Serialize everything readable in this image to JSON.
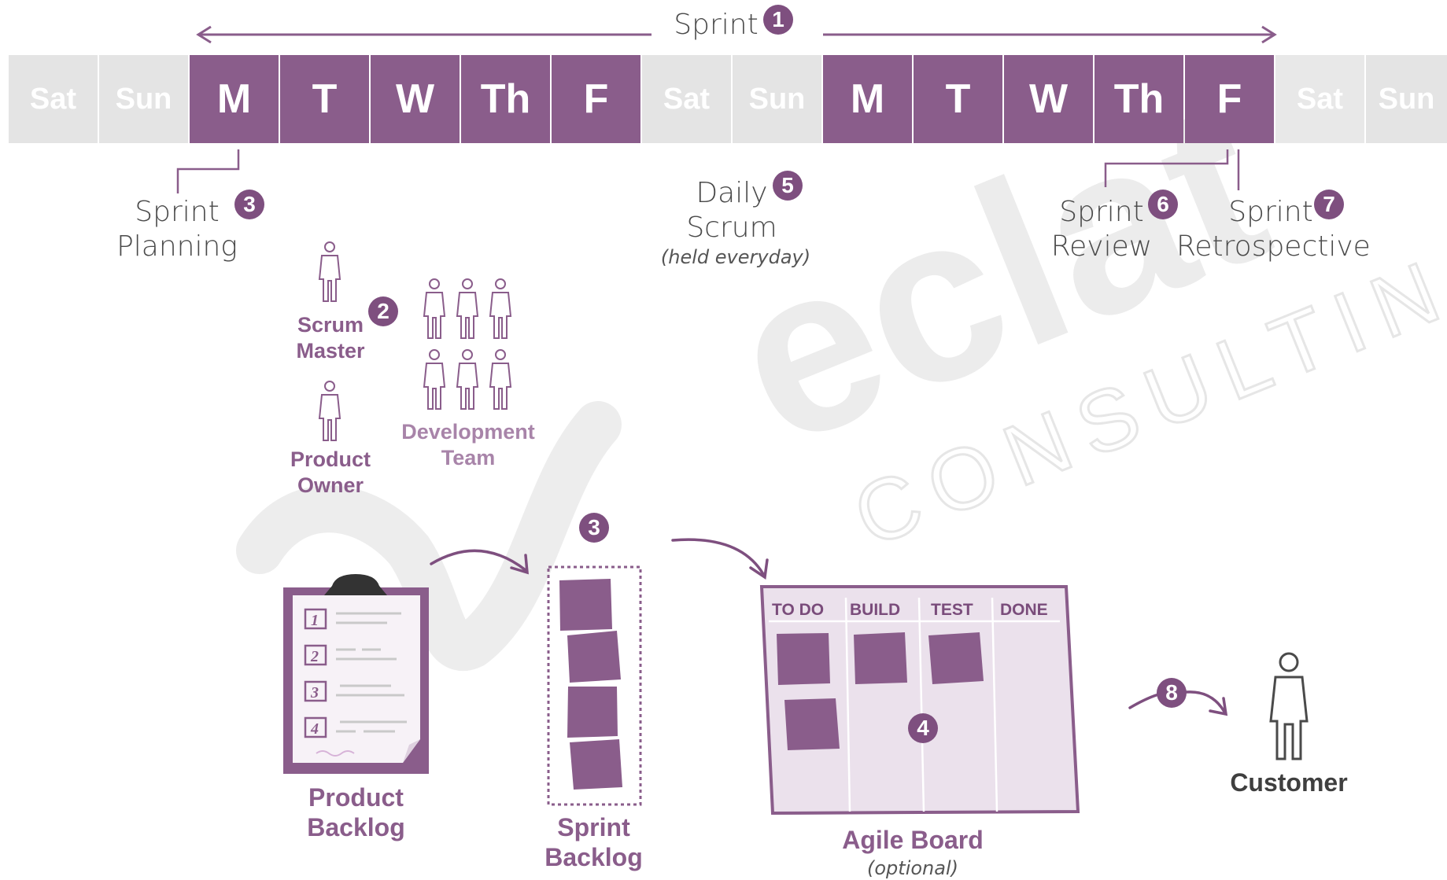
{
  "sprint": {
    "label": "Sprint",
    "badge": "1"
  },
  "days": [
    "Sat",
    "Sun",
    "M",
    "T",
    "W",
    "Th",
    "F",
    "Sat",
    "Sun",
    "M",
    "T",
    "W",
    "Th",
    "F",
    "Sat",
    "Sun"
  ],
  "events": {
    "sprint_planning": {
      "line1": "Sprint",
      "line2": "Planning",
      "badge": "3"
    },
    "daily_scrum": {
      "line1": "Daily",
      "line2": "Scrum",
      "note": "(held everyday)",
      "badge": "5"
    },
    "sprint_review": {
      "line1": "Sprint",
      "line2": "Review",
      "badge": "6"
    },
    "sprint_retrospective": {
      "line1": "Sprint",
      "line2": "Retrospective",
      "badge": "7"
    }
  },
  "roles": {
    "badge": "2",
    "scrum_master": {
      "line1": "Scrum",
      "line2": "Master"
    },
    "product_owner": {
      "line1": "Product",
      "line2": "Owner"
    },
    "development_team": {
      "line1": "Development",
      "line2": "Team"
    }
  },
  "artifacts": {
    "product_backlog": {
      "line1": "Product",
      "line2": "Backlog",
      "items": [
        "1",
        "2",
        "3",
        "4"
      ]
    },
    "sprint_backlog": {
      "line1": "Sprint",
      "line2": "Backlog",
      "badge": "3"
    },
    "agile_board": {
      "title": "Agile Board",
      "note": "(optional)",
      "badge": "4",
      "columns": [
        "TO DO",
        "BUILD",
        "TEST",
        "DONE"
      ]
    },
    "customer": {
      "label": "Customer",
      "badge": "8"
    }
  },
  "watermark": {
    "line1": "eclat",
    "line2": "CONSULTING"
  },
  "colors": {
    "purple": "#8a5d8b",
    "badge": "#7e4f7f",
    "weekend": "#e4e4e4",
    "board_bg": "#ebe1ec"
  }
}
